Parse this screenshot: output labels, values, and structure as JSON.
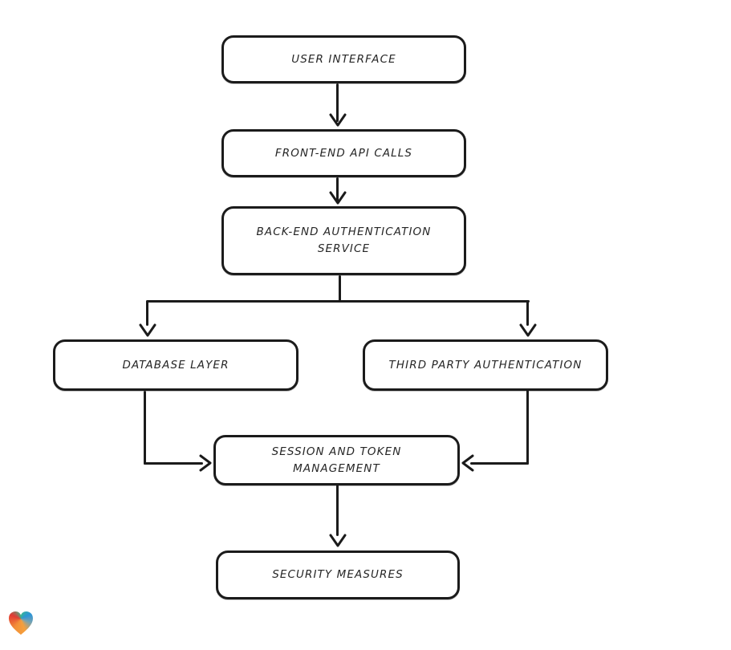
{
  "diagram": {
    "type": "flowchart",
    "nodes": [
      {
        "id": "user-interface",
        "label": "USER INTERFACE"
      },
      {
        "id": "front-end-api-calls",
        "label": "FRONT-END API CALLS"
      },
      {
        "id": "back-end-authentication-service",
        "label": "BACK-END AUTHENTICATION\nSERVICE"
      },
      {
        "id": "database-layer",
        "label": "DATABASE LAYER"
      },
      {
        "id": "third-party-authentication",
        "label": "THIRD PARTY AUTHENTICATION"
      },
      {
        "id": "session-and-token-management",
        "label": "SESSION AND TOKEN\nMANAGEMENT"
      },
      {
        "id": "security-measures",
        "label": "SECURITY MEASURES"
      }
    ],
    "edges": [
      {
        "from": "user-interface",
        "to": "front-end-api-calls"
      },
      {
        "from": "front-end-api-calls",
        "to": "back-end-authentication-service"
      },
      {
        "from": "back-end-authentication-service",
        "to": "database-layer"
      },
      {
        "from": "back-end-authentication-service",
        "to": "third-party-authentication"
      },
      {
        "from": "database-layer",
        "to": "session-and-token-management"
      },
      {
        "from": "third-party-authentication",
        "to": "session-and-token-management"
      },
      {
        "from": "session-and-token-management",
        "to": "security-measures"
      }
    ],
    "colors": {
      "stroke": "#1b1b1b",
      "node_fill": "#ffffff",
      "background": "#ffffff"
    },
    "logo": {
      "name": "eraser-heart-logo",
      "colors": [
        "#e23a34",
        "#38b98e",
        "#2d95d8",
        "#f6a03c"
      ]
    }
  }
}
